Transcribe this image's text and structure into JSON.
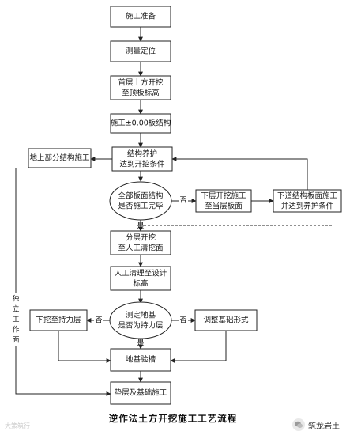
{
  "diagram": {
    "nodes": {
      "n1": "施工准备",
      "n2": "测量定位",
      "n3_line1": "首层土方开挖",
      "n3_line2": "至顶板标高",
      "n4": "施工±0.00板结构",
      "n5_line1": "结构养护",
      "n5_line2": "达到开挖条件",
      "side_left": "地上部分结构施工",
      "d1_line1": "全部板面结构",
      "d1_line2": "是否施工完毕",
      "r1_line1": "下层开挖施工",
      "r1_line2": "至当层板面",
      "r2_line1": "下道结构板面施工",
      "r2_line2": "并达到养护条件",
      "n6_line1": "分层开挖",
      "n6_line2": "至人工清挖面",
      "n7_line1": "人工清理至设计",
      "n7_line2": "标高",
      "d2_line1": "测定地基",
      "d2_line2": "是否为持力层",
      "l2": "下挖至持力层",
      "r3": "调整基础形式",
      "n8": "地基验槽",
      "n9": "垫层及基础施工"
    },
    "edge_labels": {
      "no_1": "否",
      "yes_1": "是",
      "no_left": "否",
      "no_right": "否",
      "yes_2": "是",
      "vertical_line1": "独",
      "vertical_line2": "立",
      "vertical_line3": "工",
      "vertical_line4": "作",
      "vertical_line5": "面"
    }
  },
  "caption": "逆作法土方开挖施工工艺流程",
  "watermark_left": "大策筑行",
  "watermark_right": "筑龙岩土"
}
